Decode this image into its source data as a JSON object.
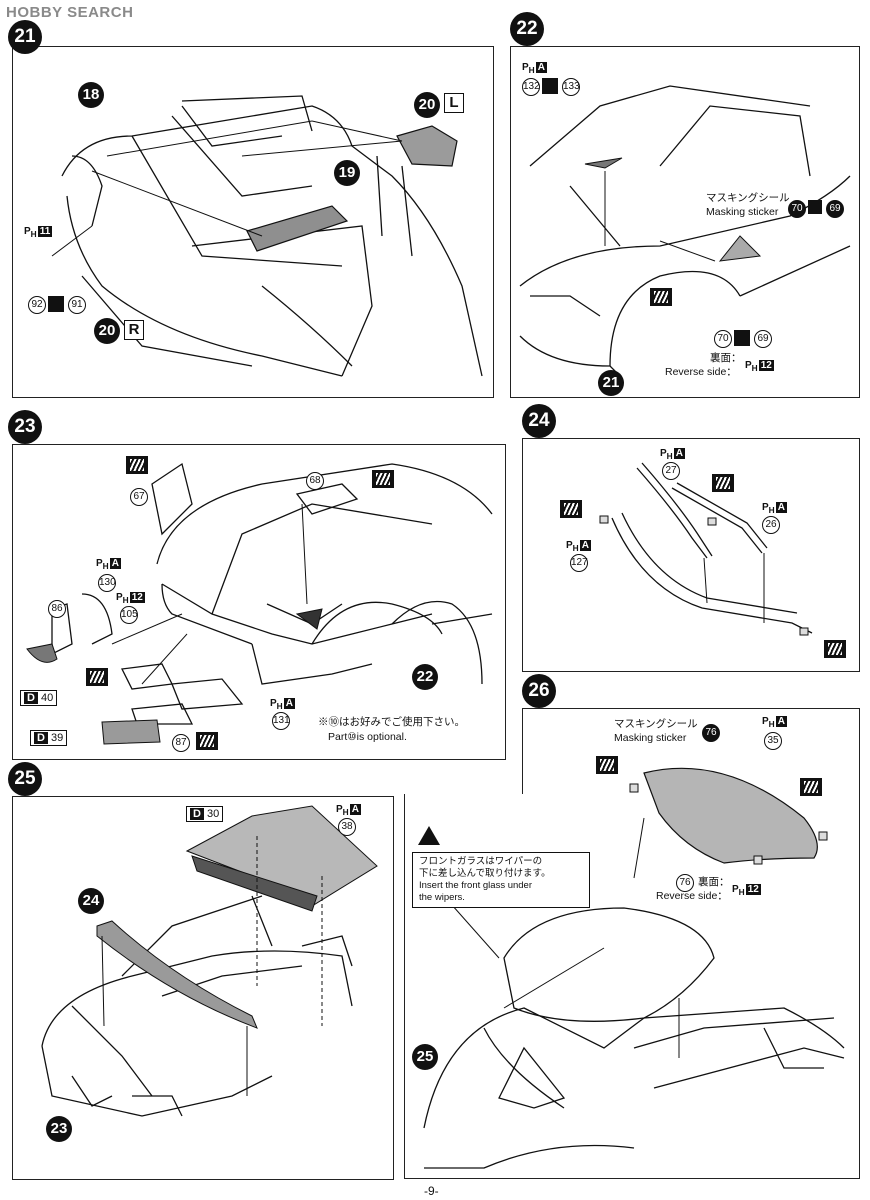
{
  "brand": "HOBBY SEARCH",
  "page_number": "-9-",
  "steps": {
    "s21": "21",
    "s22": "22",
    "s23": "23",
    "s24": "24",
    "s25": "25",
    "s26": "26"
  },
  "step21": {
    "p18": "18",
    "p19": "19",
    "p20a": "20",
    "p20b": "20",
    "tag_L": "L",
    "tag_R": "R",
    "runner_ph11_prefix": "P",
    "runner_ph11_sub": "H",
    "runner_ph11_num": "11",
    "c92": "92",
    "c91": "91"
  },
  "step22": {
    "runner_pha_prefix": "P",
    "runner_pha_sub": "H",
    "runner_pha_letter": "A",
    "c132": "132",
    "c133": "133",
    "masking_jp": "マスキングシール",
    "masking_en": "Masking sticker",
    "p70a": "70",
    "p69a": "69",
    "c70": "70",
    "c69": "69",
    "reverse_jp": "裏面：",
    "reverse_en": "Reverse side：",
    "runner_ph12_num": "12",
    "p21": "21"
  },
  "step23": {
    "c67": "67",
    "c68": "68",
    "c130": "130",
    "c86": "86",
    "c105": "105",
    "c131": "131",
    "c87": "87",
    "p22": "22",
    "d40": "40",
    "d39": "39",
    "d_letter": "D",
    "runner_a": "A",
    "runner_12": "12",
    "optional_jp": "※⑩はお好みでご使用下さい。",
    "optional_en": "Part⑩is optional."
  },
  "step24": {
    "c27": "27",
    "c26": "26",
    "c127": "127",
    "runner_a": "A"
  },
  "step25": {
    "p24": "24",
    "p23": "23",
    "d30": "30",
    "c38": "38",
    "d_letter": "D",
    "runner_a": "A"
  },
  "step26": {
    "masking_jp": "マスキングシール",
    "masking_en": "Masking sticker",
    "p76": "76",
    "c35": "35",
    "c76": "76",
    "reverse_jp": "裏面：",
    "reverse_en": "Reverse side：",
    "runner_12": "12",
    "note_jp1": "フロントガラスはワイパーの",
    "note_jp2": "下に差し込んで取り付けます。",
    "note_en1": "Insert the front glass under",
    "note_en2": "the wipers.",
    "p25": "25",
    "runner_a": "A"
  },
  "colors": {
    "ink": "#111111",
    "paper": "#ffffff",
    "brand_gray": "#8a8a8a",
    "sticker": "#b5b5b5"
  }
}
